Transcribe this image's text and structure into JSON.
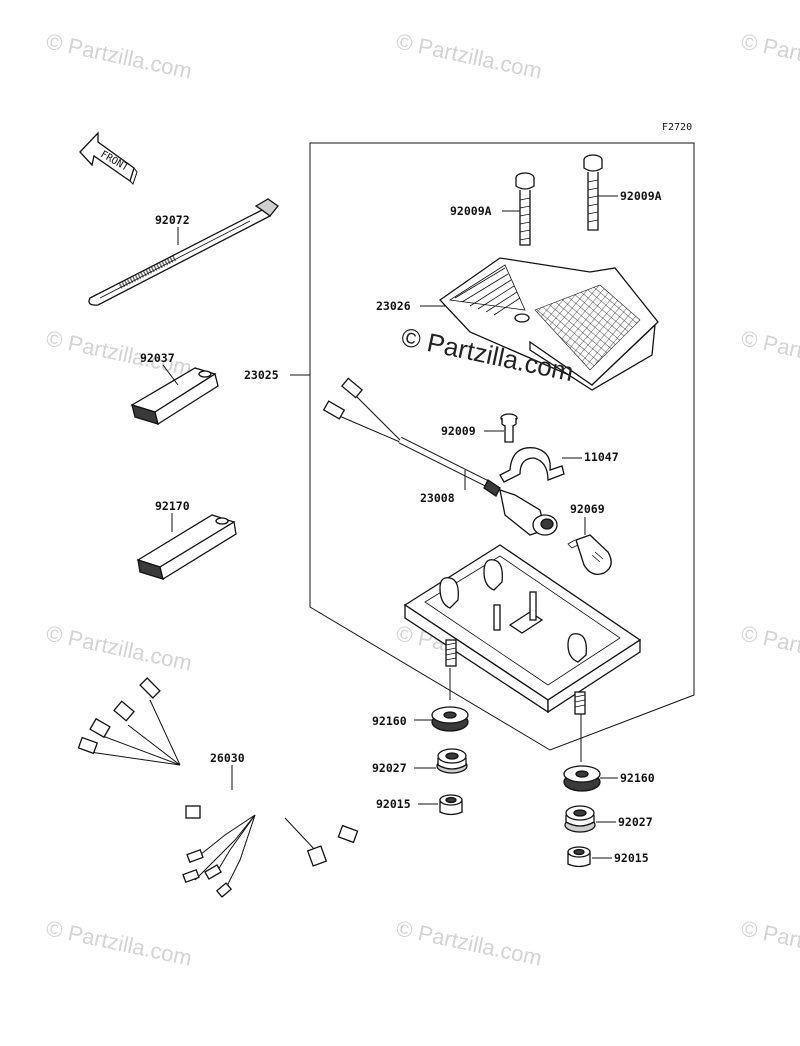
{
  "figure_code": "F2720",
  "front_label": "FRONT",
  "watermark_text": "© Partzilla.com",
  "part_labels": {
    "p92072": "92072",
    "p92037": "92037",
    "p92170": "92170",
    "p26030": "26030",
    "p23025": "23025",
    "p92009A_left": "92009A",
    "p92009A_right": "92009A",
    "p23026": "23026",
    "p92009": "92009",
    "p11047": "11047",
    "p23008": "23008",
    "p92069": "92069",
    "p92160_left": "92160",
    "p92027_left": "92027",
    "p92015_left": "92015",
    "p92160_right": "92160",
    "p92027_right": "92027",
    "p92015_right": "92015"
  }
}
